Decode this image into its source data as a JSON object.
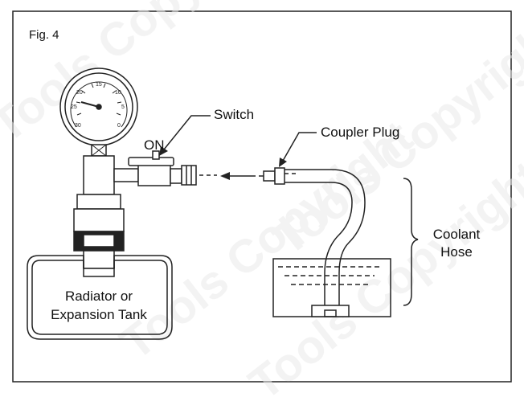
{
  "figure": {
    "label": "Fig. 4"
  },
  "labels": {
    "switch": "Switch",
    "on": "ON",
    "coupler_plug": "Coupler Plug",
    "coolant_hose_line1": "Coolant",
    "coolant_hose_line2": "Hose",
    "tank_line1": "Radiator or",
    "tank_line2": "Expansion Tank"
  },
  "gauge": {
    "scale": [
      "30",
      "25",
      "20",
      "15",
      "10",
      "5",
      "0"
    ]
  },
  "watermark": {
    "text": "Tools Copyright"
  }
}
